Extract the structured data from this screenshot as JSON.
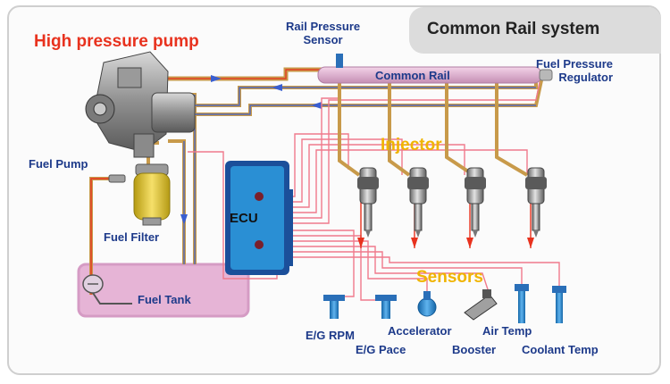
{
  "title": "Common Rail system",
  "labels": {
    "high_pressure_pump": "High pressure pump",
    "rail_pressure_sensor": [
      "Rail Pressure",
      "Sensor"
    ],
    "common_rail": "Common Rail",
    "fuel_pressure_regulator": [
      "Fuel Pressure",
      "Regulator"
    ],
    "fuel_pump": "Fuel Pump",
    "injector": "Injector",
    "ecu": "ECU",
    "fuel_filter": "Fuel Filter",
    "fuel_tank": "Fuel Tank",
    "sensors": "Sensors",
    "eg_rpm": "E/G RPM",
    "eg_pace": "E/G Pace",
    "accelerator": "Accelerator",
    "booster": "Booster",
    "air_temp": "Air Temp",
    "coolant_temp": "Coolant Temp"
  },
  "colors": {
    "pump_label": "#e8321e",
    "injector_label": "#f0b400",
    "sensors_label": "#f0b400",
    "text_blue": "#1d3a8a",
    "rail": "#e6b4d6",
    "tank": "#e6b4d6",
    "ecu": "#2a8fd4",
    "signal_wire": "#f07a8c",
    "return_line": "#3a5fd0",
    "fuel_line": "#c89a4a"
  }
}
